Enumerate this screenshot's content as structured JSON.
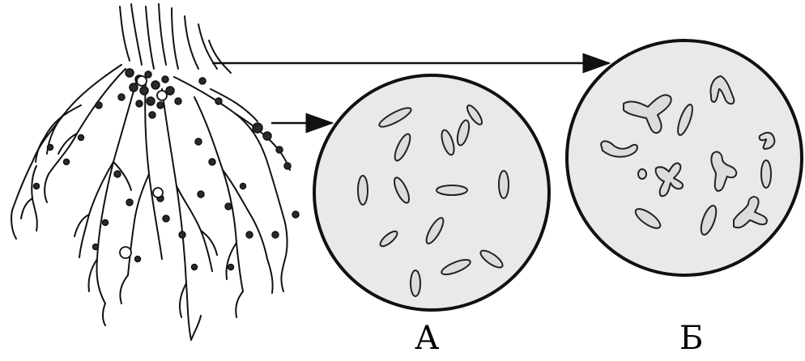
{
  "labels": {
    "circle_a": "А",
    "circle_b": "Б"
  },
  "colors": {
    "line": "#111111",
    "circle_fill": "#e9e9e9",
    "bacterium_fill": "#dcdcdc",
    "nodule_fill": "#2a2a2a"
  },
  "icons": [
    "root-system-illustration",
    "bacteria-rod-shapes",
    "bacteroid-branched-shapes",
    "arrow"
  ]
}
